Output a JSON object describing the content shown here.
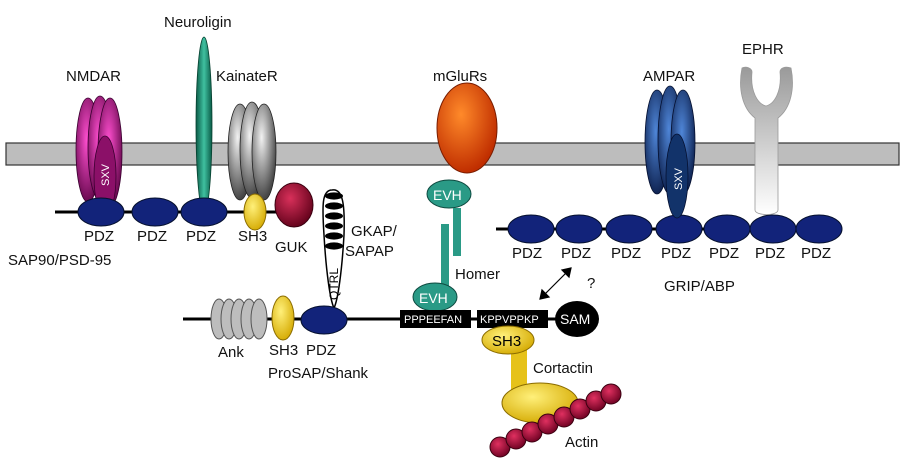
{
  "labels": {
    "nmdar": "NMDAR",
    "neuroligin": "Neuroligin",
    "kainater": "KainateR",
    "mglurs": "mGluRs",
    "ampar": "AMPAR",
    "ephr": "EPHR",
    "sxv_nmdar": "SXV",
    "sxv_ampar": "SXV",
    "pdz1": "PDZ",
    "pdz2": "PDZ",
    "pdz3": "PDZ",
    "sh3_sap": "SH3",
    "guk": "GUK",
    "gkap_line1": "GKAP/",
    "gkap_line2": "SAPAP",
    "qtrl": "QTRL",
    "sap90": "SAP90/PSD-95",
    "evh_top": "EVH",
    "evh_bottom": "EVH",
    "homer": "Homer",
    "grip_pdz": [
      "PDZ",
      "PDZ",
      "PDZ",
      "PDZ",
      "PDZ",
      "PDZ",
      "PDZ"
    ],
    "grip": "GRIP/ABP",
    "question": "?",
    "ank": "Ank",
    "sh3_shank": "SH3",
    "pdz_shank": "PDZ",
    "prosap": "ProSAP/Shank",
    "seq1": "PPPEEFAN",
    "seq2": "KPPVPPKP",
    "sam": "SAM",
    "sh3_cortactin": "SH3",
    "cortactin": "Cortactin",
    "actin": "Actin"
  },
  "colors": {
    "membrane": "#bdbdbd",
    "pdz_domain": "#12237a",
    "nmdar": "#8b1068",
    "neuroligin": "#0f7a60",
    "kainater": "#6f6f6f",
    "sh3": "#e6c21a",
    "guk": "#8e0a2a",
    "mglur": "#e04a08",
    "evh": "#2a9a86",
    "ampar": "#12336a",
    "ephr": "#cfcfcf",
    "actin": "#9b0b2e",
    "ank": "#bdbdbd"
  }
}
